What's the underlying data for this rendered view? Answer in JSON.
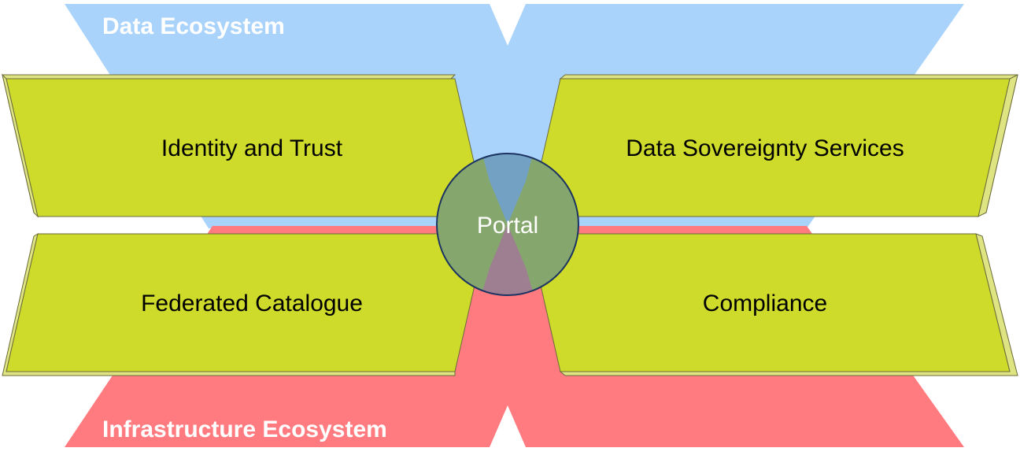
{
  "ecosystems": {
    "data": {
      "label": "Data Ecosystem",
      "color": "#a9d3fb"
    },
    "infrastructure": {
      "label": "Infrastructure Ecosystem",
      "color": "#ff7b80"
    }
  },
  "boxes": {
    "identity_trust": "Identity and Trust",
    "data_sovereignty": "Data Sovereignty Services",
    "federated_catalogue": "Federated Catalogue",
    "compliance": "Compliance"
  },
  "portal": {
    "label": "Portal"
  },
  "colors": {
    "box_fill": "#cfdb2a",
    "box_shadow": "#dfe482",
    "box_stroke": "#6b6b3a",
    "portal_stroke": "#1c3461"
  }
}
